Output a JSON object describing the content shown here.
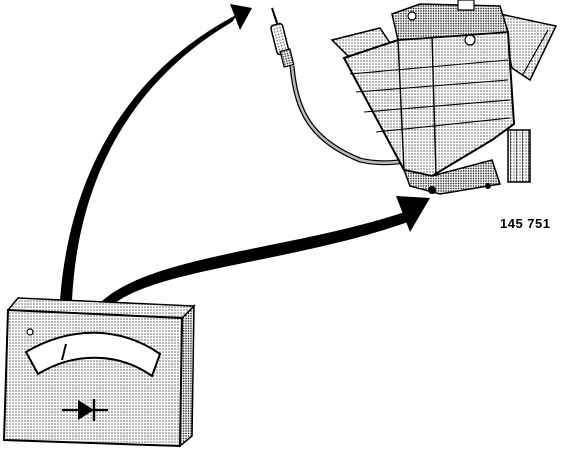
{
  "figure": {
    "reference_number": "145 751",
    "colors": {
      "ink": "#000000",
      "paper": "#ffffff",
      "shade": "#9a9a9a",
      "light_shade": "#d4d4d4"
    },
    "components": [
      {
        "name": "multimeter",
        "icon": "meter-icon",
        "symbol": "diode-symbol"
      },
      {
        "name": "test-probe",
        "icon": "probe-icon"
      },
      {
        "name": "component-housing",
        "icon": "housing-icon"
      },
      {
        "name": "connection-arrow-upper",
        "icon": "arrow-icon"
      },
      {
        "name": "connection-arrow-lower",
        "icon": "arrow-icon"
      }
    ]
  }
}
